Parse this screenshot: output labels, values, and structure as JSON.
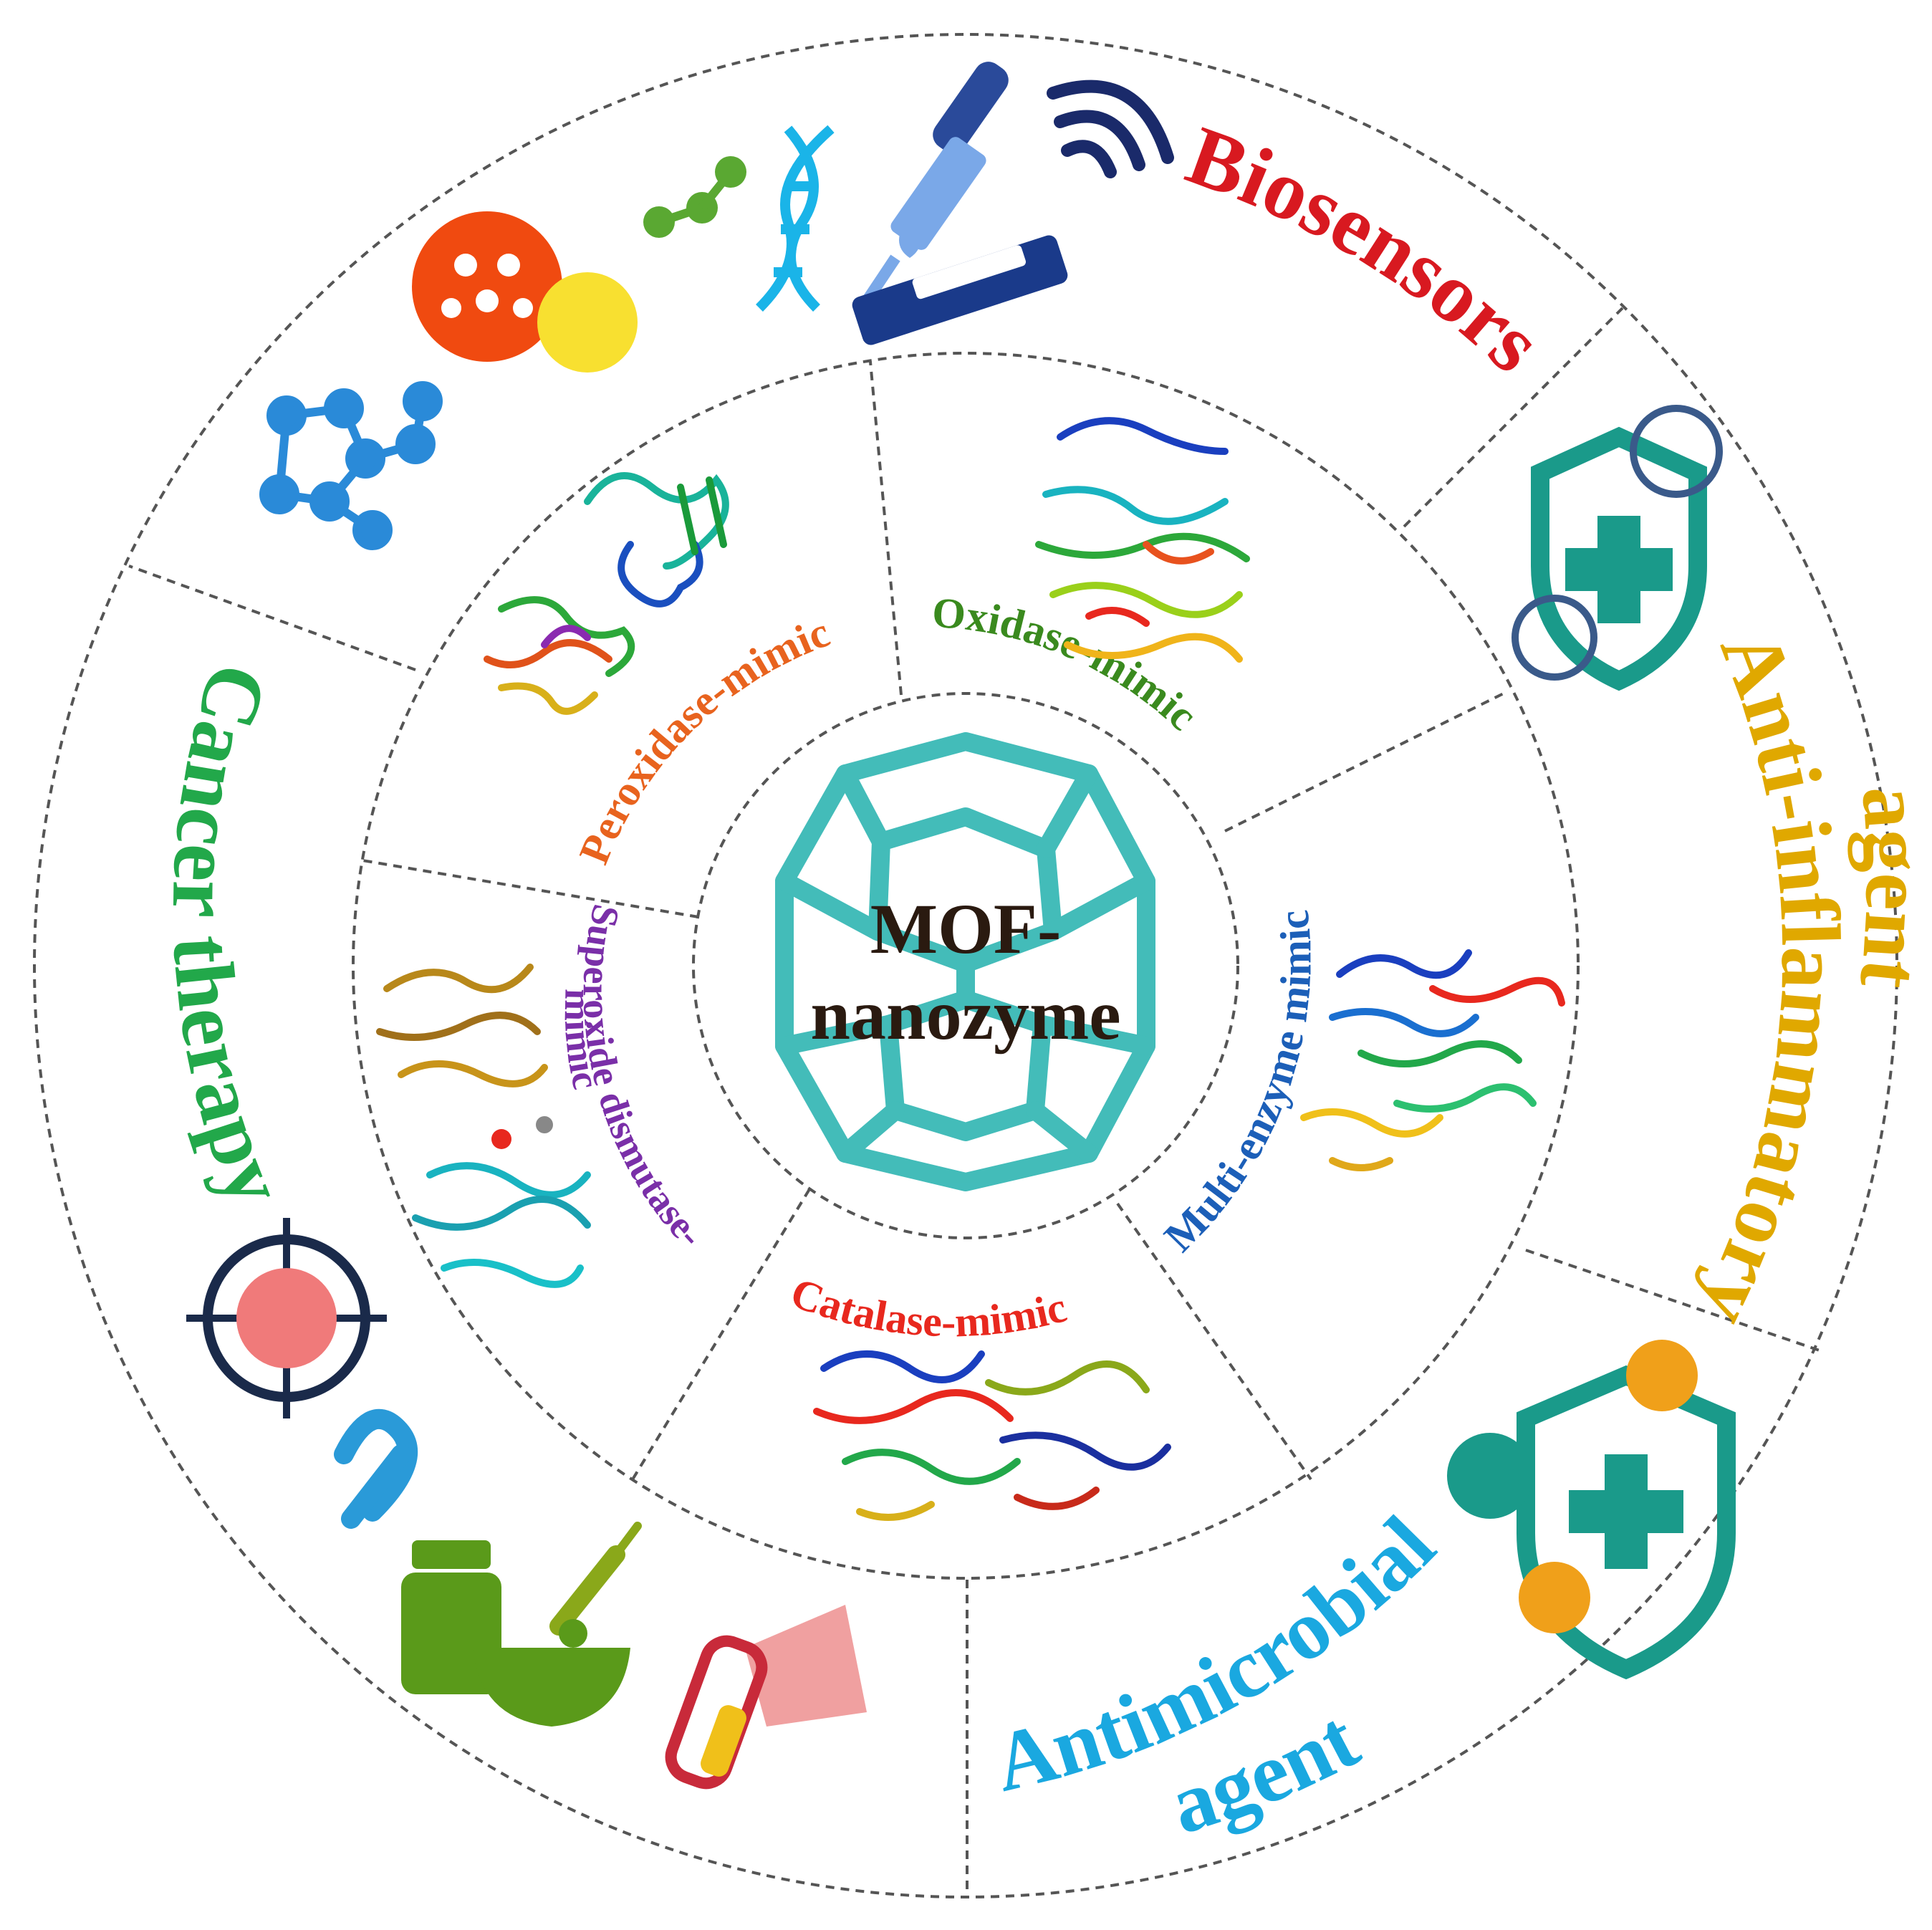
{
  "center": {
    "line1": "MOF-",
    "line2": "nanozyme"
  },
  "inner_segments": [
    {
      "label": "Peroxidase-mimic",
      "color": "#e8631e"
    },
    {
      "label": "Oxidase-mimic",
      "color": "#3a8a1e"
    },
    {
      "label": "Multi-enzyme mimic",
      "color": "#1c5fb8"
    },
    {
      "label": "Catalase-mimic",
      "color": "#e8281e"
    },
    {
      "label": "Superoxide dismutase-",
      "label2": "mimic",
      "color": "#7a2fa8"
    }
  ],
  "outer_segments": [
    {
      "label": "Biosensors",
      "color": "#d81920"
    },
    {
      "label": "Anti-inflammatory",
      "label2": "agent",
      "color": "#e0a800"
    },
    {
      "label": "Antimicrobial",
      "label2": "agent",
      "color": "#1aa8e0"
    },
    {
      "label": "Cancer therapy",
      "color": "#22a84a"
    }
  ],
  "icons": {
    "biosensors": [
      "molecule-icon",
      "virus-icon",
      "dna-icon",
      "pipette-icon",
      "test-strip-icon",
      "wireless-signal-icon"
    ],
    "anti_inflammatory": [
      "shield-cross-icon"
    ],
    "antimicrobial": [
      "shield-virus-icon"
    ],
    "cancer_therapy": [
      "tumor-target-icon",
      "cancer-ribbon-icon",
      "medicine-bottle-icon",
      "syringe-icon",
      "mortar-herb-icon",
      "hair-dryer-icon"
    ]
  }
}
